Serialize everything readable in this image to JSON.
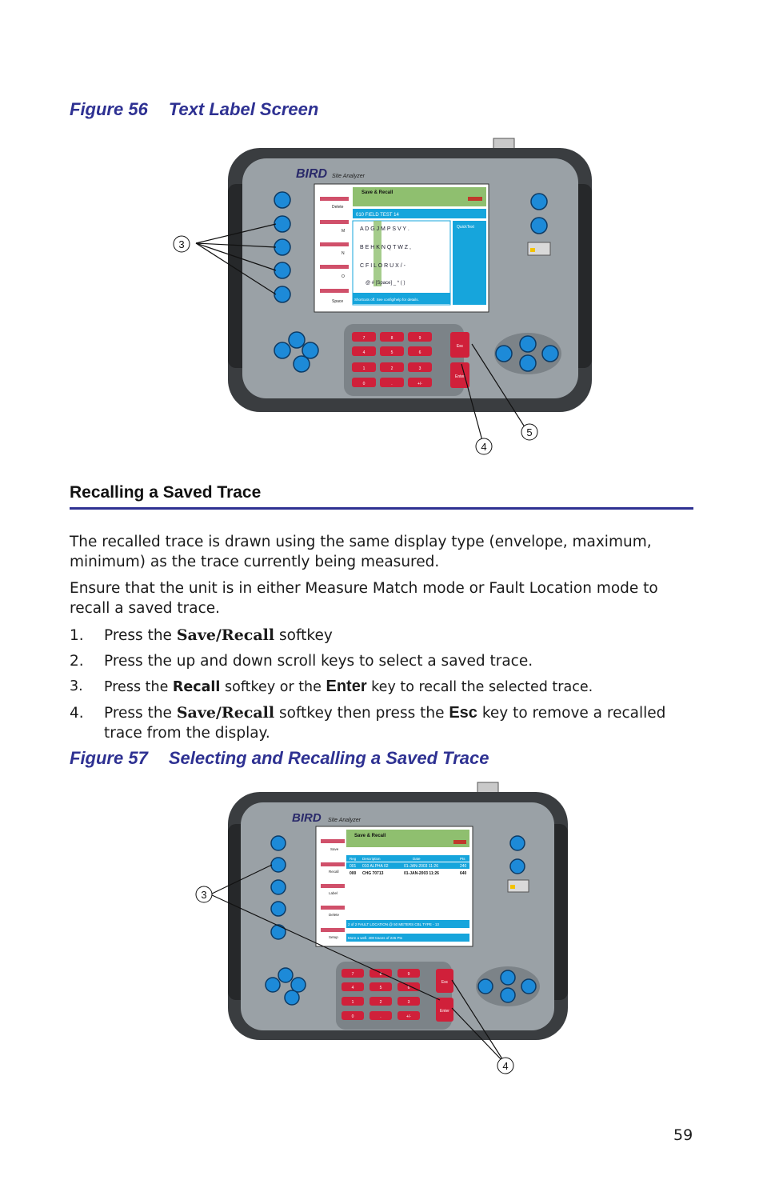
{
  "figure56": {
    "num": "Figure 56",
    "title": "Text Label Screen",
    "device": {
      "brand": "BIRD",
      "model": "Site Analyzer",
      "screen_title": "Save & Recall",
      "softkeys": [
        "Delete",
        "M",
        "N",
        "O",
        "Space"
      ],
      "input_text": "010 FIELD TEST 14",
      "keyboard_rows": [
        "A D G J M P S V Y .",
        "B E H K N Q T W Z ,",
        "C F I L O R U X / -",
        "@ # [Space] _ * ( )"
      ],
      "side_label": "QuickText",
      "status": "Shortcuts off. See config/help for details.",
      "keypad": [
        "7",
        "8",
        "9",
        "4",
        "5",
        "6",
        "1",
        "2",
        "3",
        "0",
        ".",
        "+/-"
      ],
      "esc_label": "Esc",
      "enter_label": "Enter",
      "callouts": [
        "3",
        "4",
        "5"
      ]
    }
  },
  "section": {
    "heading": "Recalling a Saved Trace",
    "para1": "The recalled trace is drawn using the same display type (envelope, maximum, minimum) as the trace currently being measured.",
    "para2": "Ensure that the unit is in either Measure Match mode or Fault Location mode to recall a saved trace.",
    "steps": [
      {
        "n": "1.",
        "pre": "Press the ",
        "key": "Save/Recall",
        "post": " softkey"
      },
      {
        "n": "2.",
        "text": "Press the up and down scroll keys to select a saved trace."
      },
      {
        "n": "3.",
        "pre": "Press the ",
        "key": "Recall",
        "mid": " softkey or the ",
        "key2": "Enter",
        "post": " key to recall the selected trace."
      },
      {
        "n": "4.",
        "pre": "Press the ",
        "key": "Save/Recall",
        "mid": " softkey then press the ",
        "key2": "Esc",
        "post": " key to remove a recalled trace from the display."
      }
    ]
  },
  "figure57": {
    "num": "Figure 57",
    "title": "Selecting and Recalling a Saved Trace",
    "device": {
      "brand": "BIRD",
      "model": "Site Analyzer",
      "screen_title": "Save & Recall",
      "softkeys": [
        "Save",
        "Recall",
        "Label",
        "Delete",
        "Setup"
      ],
      "table_header": [
        "Reg",
        "Description",
        "Date",
        "Pts"
      ],
      "rows": [
        [
          "001",
          "010 ALPHA 02",
          "01-JAN-2003 11:26",
          "240"
        ],
        [
          "000",
          "CHG 70713",
          "01-JAN-2003 11:26",
          "640"
        ]
      ],
      "info": "2 of 2 FAULT LOCATION @ 50 METERS CBL TYPE - 13",
      "status": "More a well. 400 traces of 226 Pts",
      "keypad": [
        "7",
        "8",
        "9",
        "4",
        "5",
        "6",
        "1",
        "2",
        "3",
        "0",
        ".",
        "+/-"
      ],
      "esc_label": "Esc",
      "enter_label": "Enter",
      "callouts": [
        "3",
        "4"
      ]
    }
  },
  "page_number": "59",
  "colors": {
    "caption": "#2e3192",
    "screen_green": "#8fbf6f",
    "screen_blue": "#16a5dc",
    "key_red": "#d0203a",
    "key_blue": "#1d8ad8",
    "body": "#9aa1a6"
  }
}
